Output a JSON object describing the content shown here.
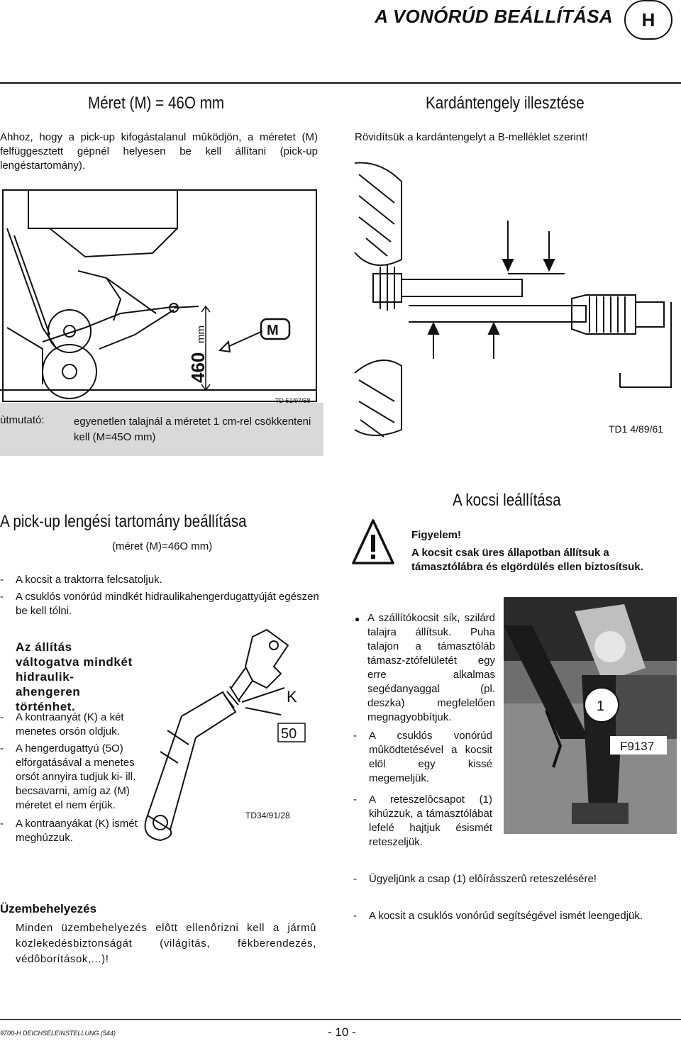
{
  "header": {
    "title": "A VONÓRÚD BEÁLLÍTÁSA",
    "badge": "H"
  },
  "left_top": {
    "title": "Méret (M) = 46O mm",
    "paragraph": "Ahhoz, hogy a pick-up kifogástalanul mûködjön, a méretet (M) felfüggesztett gépnél helyesen be kell állítani (pick-up lengéstartomány).",
    "figure": {
      "label_460": "460",
      "label_mm": "mm",
      "label_m": "M",
      "code": "TD 51/97/58"
    },
    "note_label": "ùtmutató:",
    "note_text": "egyenetlen talajnál a méretet 1 cm-rel csökkenteni kell (M=45O mm)"
  },
  "right_top": {
    "title": "Kardántengely illesztése",
    "paragraph": "Rövidítsük a kardántengelyt a B-melléklet szerint!",
    "figure_code": "TD1 4/89/61"
  },
  "pickup": {
    "title": "A pick-up lengési tartomány beállítása",
    "subtitle": "(méret (M)=46O mm)",
    "items": [
      "A kocsit a traktorra felcsatoljuk.",
      "A csuklós vonórúd mindkét hidraulikahengerdugattyúját egészen be kell tólni."
    ],
    "bold_note": "Az állítás váltogatva mindkét hidraulik-ahengeren történhet.",
    "items2": [
      "A kontraanyát (K) a két menetes orsón oldjuk.",
      "A hengerdugattyú (5O) elforgatásával a menetes orsót annyira tudjuk ki- ill. becsavarni, amíg az (M) méretet el nem érjük.",
      "A kontraanyákat (K) ismét meghúzzuk."
    ],
    "figure": {
      "label_k": "K",
      "label_50": "50",
      "code": "TD34/91/28"
    }
  },
  "kocsi": {
    "title": "A kocsi leállítása",
    "warn_head": "Figyelem!",
    "warn_text": "A kocsit csak üres állapotban állítsuk a támasztólábra és elgördülés ellen biztosítsuk.",
    "bullet": "A szállítókocsit sík, szilárd talajra állítsuk. Puha talajon a támasztóláb támasz-ztófelületét egy erre alkalmas segédanyaggal (pl. deszka) megfelelően megnagyobbítjuk.",
    "items": [
      "A csuklós vonórúd mûködtetésével a kocsit elöl egy kissé megemeljük.",
      "A reteszelôcsapot (1) kihúzzuk, a támasztólábat lefelé hajtjuk ésismét reteszeljük.",
      "Ügyeljünk a csap (1) elôírásszerû reteszelésére!",
      "A kocsit a csuklós vonórúd segítségével ismét leengedjük."
    ],
    "photo": {
      "label_1": "1",
      "code": "F9137"
    }
  },
  "uzembe": {
    "title": "Üzembehelyezés",
    "text": "Minden üzembehelyezés elôtt ellenôrizni kell a jármû közlekedésbiztonságát (világítás, fékberendezés, védôborítások,...)!"
  },
  "footer": {
    "left": "9700-H DEICHSELEINSTELLUNG (544)",
    "page": "- 10 -"
  }
}
